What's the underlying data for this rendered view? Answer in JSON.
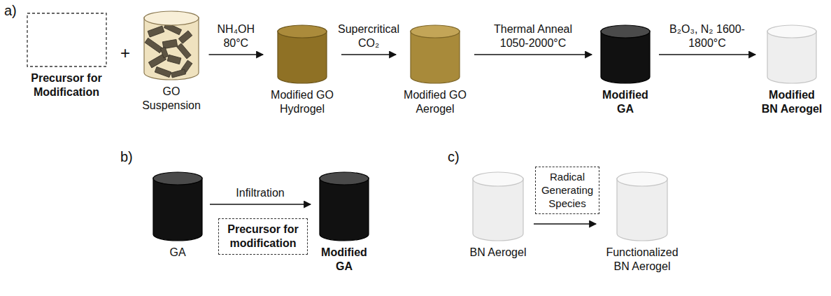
{
  "diagram": {
    "nodes": [
      {
        "text": [
          "Precursor for Modification"
        ]
      },
      {
        "text": [
          "GO Suspension"
        ]
      },
      {
        "text": [
          "Modified GO Hydrogel"
        ]
      },
      {
        "text": [
          "Modified GO Aerogel"
        ]
      },
      {
        "text": [
          "Modified GA"
        ]
      },
      {
        "text": [
          "Modified BN Aerogel"
        ]
      },
      {
        "text": [
          "GA"
        ]
      },
      {
        "text": [
          "Precursor for modification"
        ]
      },
      {
        "text": [
          "Modified GA"
        ]
      },
      {
        "text": [
          "BN Aerogel"
        ]
      },
      {
        "text": [
          "Radical Generating Species"
        ]
      },
      {
        "text": [
          "Functionalized BN Aerogel"
        ]
      }
    ],
    "edges": [
      {
        "from": 1,
        "to": 2,
        "arrow": "to",
        "label": "NH₄OH 80°C"
      },
      {
        "from": 2,
        "to": 3,
        "arrow": "to",
        "label": "Supercritical CO₂"
      },
      {
        "from": 3,
        "to": 4,
        "arrow": "to",
        "label": "Thermal Anneal 1050-2000°C"
      },
      {
        "from": 4,
        "to": 5,
        "arrow": "to",
        "label": "B₂O₃, N₂ 1600-1800°C"
      },
      {
        "from": 6,
        "to": 8,
        "arrow": "to",
        "label": "Infiltration"
      },
      {
        "from": 9,
        "to": 11,
        "arrow": "to"
      }
    ],
    "labels": [
      "a)",
      "b)",
      "c)",
      "+"
    ]
  }
}
